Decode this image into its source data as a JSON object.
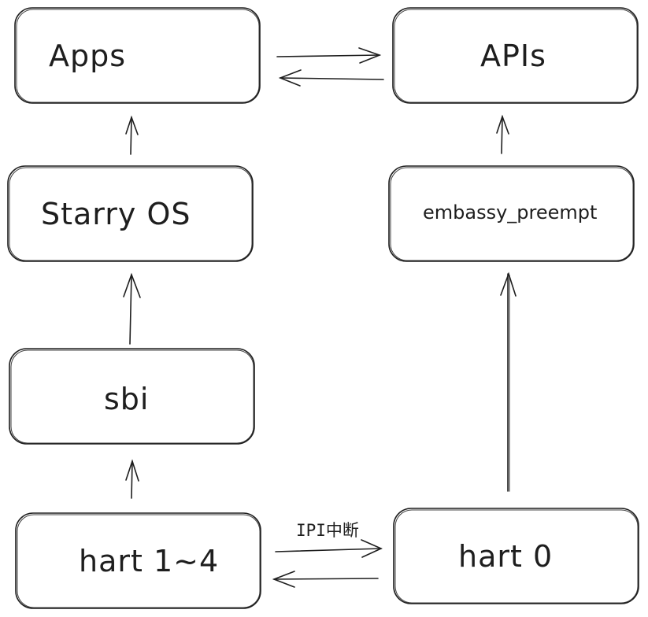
{
  "nodes": {
    "apps": "Apps",
    "apis": "APIs",
    "starry_os": "Starry OS",
    "embassy_preempt": "embassy_preempt",
    "sbi": "sbi",
    "hart_1_4": "hart 1~4",
    "hart_0": "hart 0"
  },
  "edges": {
    "ipi_label": "IPI中断"
  },
  "colors": {
    "stroke": "#1e1e1e",
    "background": "#ffffff"
  }
}
